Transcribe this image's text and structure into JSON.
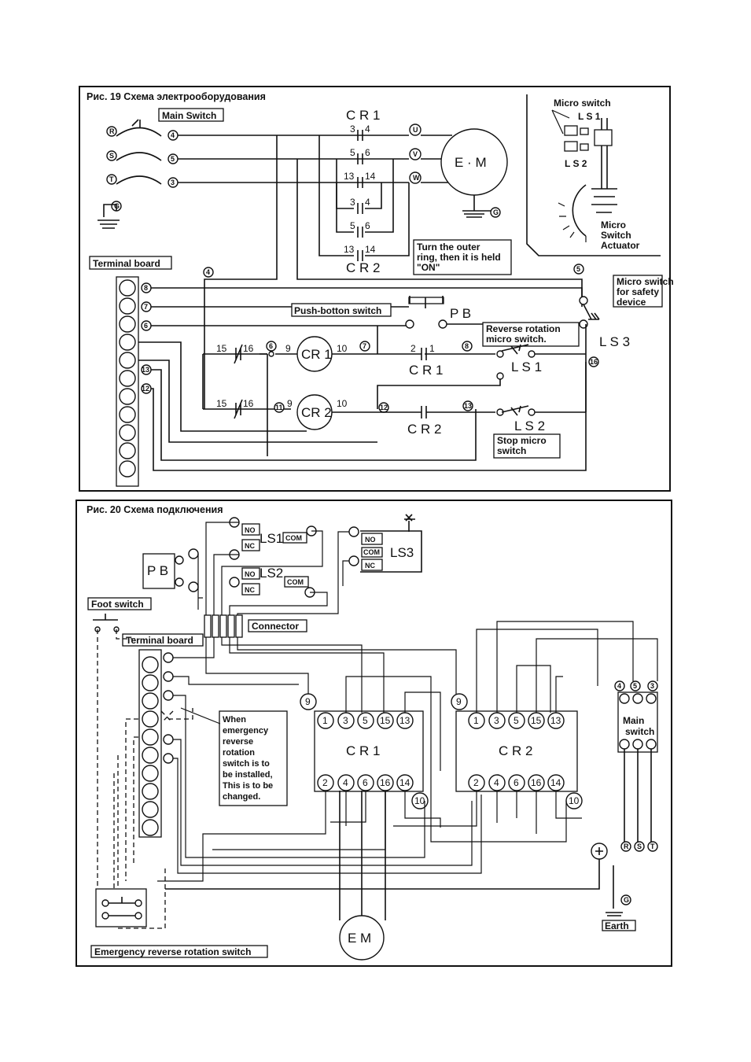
{
  "fig19": {
    "caption": "Рис. 19 Схема электрооборудования",
    "main_switch": "Main Switch",
    "phases": [
      "R",
      "S",
      "T",
      "G"
    ],
    "main_terms": [
      "4",
      "5",
      "3"
    ],
    "cr1_top": "C R 1",
    "cr2_bottom": "C R 2",
    "c34": "3",
    "c34b": "4",
    "c56": "5",
    "c56b": "6",
    "c1314": "13",
    "c1314b": "14",
    "motor_terms": [
      "U",
      "V",
      "W"
    ],
    "motor": "E · M",
    "ground": "G",
    "turn_note_1": "Turn   the   outer",
    "turn_note_2": "ring, then it is held",
    "turn_note_3": "\"ON\"",
    "micro_switch": "Micro switch",
    "ls1": "L S 1",
    "ls2": "L S 2",
    "actuator_1": "Micro",
    "actuator_2": "Switch",
    "actuator_3": "Actuator",
    "terminal_board": "Terminal board",
    "t8": "8",
    "t7": "7",
    "t6": "6",
    "t13": "13",
    "t12": "12",
    "n4": "4",
    "n5": "5",
    "safety_1": "Micro   switch",
    "safety_2": "for safety",
    "safety_3": "device",
    "push_button": "Push-botton switch",
    "pb": "P B",
    "reverse_1": "Reverse    rotation",
    "reverse_2": "micro switch.",
    "ls3": "L S 3",
    "c1516": "15",
    "c1516b": "16",
    "cr1": "CR 1",
    "cr2": "CR 2",
    "n9": "9",
    "n10": "10",
    "n11": "11",
    "n12": "12",
    "cr1_contact": "C R 1",
    "cr1_c2": "2",
    "cr1_c1": "1",
    "cr2_contact": "C R 2",
    "ls1_label": "L S 1",
    "ls2_label": "L S 2",
    "n16": "16",
    "n13": "13",
    "stop_1": "Stop    micro",
    "stop_2": "switch"
  },
  "fig20": {
    "caption": "Рис. 20 Схема подключения",
    "no": "NO",
    "nc": "NC",
    "com": "COM",
    "ls1": "LS1",
    "ls2": "LS2",
    "ls3": "LS3",
    "pb": "P B",
    "foot_switch": "Foot switch",
    "connector": "Connector",
    "terminal_board": "Terminal board",
    "note_1": "When",
    "note_2": "emergency",
    "note_3": "reverse",
    "note_4": "rotation",
    "note_5": "switch is to",
    "note_6": "be installed,",
    "note_7": "This is to be",
    "note_8": "changed.",
    "cr1": "C R 1",
    "cr2": "C R 2",
    "top_terms": [
      "1",
      "3",
      "5",
      "15",
      "13"
    ],
    "bot_terms": [
      "2",
      "4",
      "6",
      "16",
      "14"
    ],
    "n9": "9",
    "n10": "10",
    "main_switch_1": "Main",
    "main_switch_2": "switch",
    "ms_terms": [
      "4",
      "5",
      "3"
    ],
    "rst": [
      "R",
      "S",
      "T"
    ],
    "motor": "E M",
    "earth": "Earth",
    "g": "G",
    "emergency": "Emergency reverse rotation switch"
  }
}
